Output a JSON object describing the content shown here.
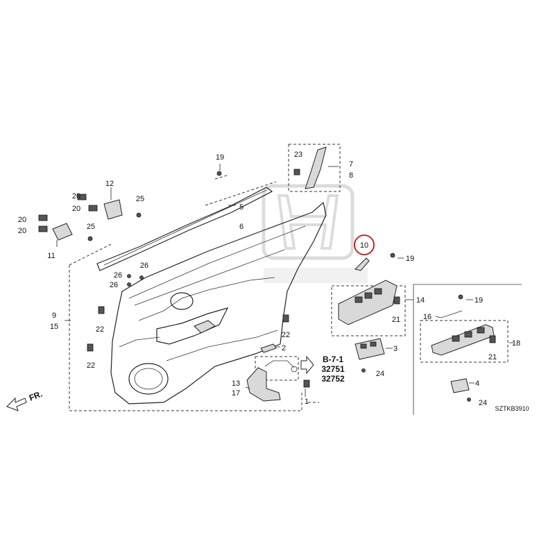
{
  "callouts": [
    {
      "id": "c1",
      "text": "1"
    },
    {
      "id": "c2",
      "text": "2"
    },
    {
      "id": "c3",
      "text": "3"
    },
    {
      "id": "c4",
      "text": "4"
    },
    {
      "id": "c5",
      "text": "5"
    },
    {
      "id": "c6",
      "text": "6"
    },
    {
      "id": "c7",
      "text": "7"
    },
    {
      "id": "c8",
      "text": "8"
    },
    {
      "id": "c9",
      "text": "9"
    },
    {
      "id": "c10",
      "text": "10"
    },
    {
      "id": "c11",
      "text": "11"
    },
    {
      "id": "c12",
      "text": "12"
    },
    {
      "id": "c13",
      "text": "13"
    },
    {
      "id": "c14",
      "text": "14"
    },
    {
      "id": "c15",
      "text": "15"
    },
    {
      "id": "c16",
      "text": "16"
    },
    {
      "id": "c17",
      "text": "17"
    },
    {
      "id": "c18",
      "text": "18"
    },
    {
      "id": "c19a",
      "text": "19"
    },
    {
      "id": "c19b",
      "text": "19"
    },
    {
      "id": "c19c",
      "text": "19"
    },
    {
      "id": "c20a",
      "text": "20"
    },
    {
      "id": "c20b",
      "text": "20"
    },
    {
      "id": "c20c",
      "text": "20"
    },
    {
      "id": "c20d",
      "text": "20"
    },
    {
      "id": "c21a",
      "text": "21"
    },
    {
      "id": "c21b",
      "text": "21"
    },
    {
      "id": "c22a",
      "text": "22"
    },
    {
      "id": "c22b",
      "text": "22"
    },
    {
      "id": "c22c",
      "text": "22"
    },
    {
      "id": "c23",
      "text": "23"
    },
    {
      "id": "c24a",
      "text": "24"
    },
    {
      "id": "c24b",
      "text": "24"
    },
    {
      "id": "c25a",
      "text": "25"
    },
    {
      "id": "c25b",
      "text": "25"
    },
    {
      "id": "c26a",
      "text": "26"
    },
    {
      "id": "c26b",
      "text": "26"
    },
    {
      "id": "c26c",
      "text": "26"
    }
  ],
  "reference": {
    "section": "B-7-1",
    "part1": "32751",
    "part2": "32752"
  },
  "direction_label": "FR.",
  "diagram_code": "SZTKB3910",
  "highlight_color": "#cc1111"
}
